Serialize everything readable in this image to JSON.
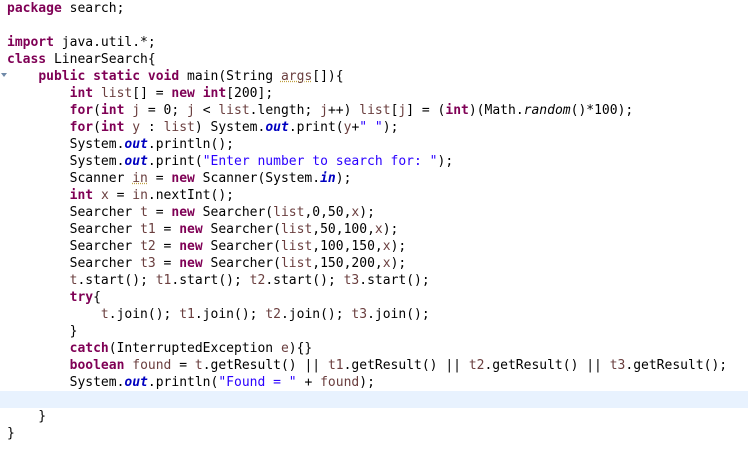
{
  "editor": {
    "language": "java",
    "current_line_index": 23,
    "colors": {
      "keyword": "#7f0055",
      "string": "#2a00ff",
      "field": "#0000c0",
      "variable": "#6a3e3e",
      "current_line": "#e8f2fe"
    },
    "lines": [
      [
        {
          "t": "package",
          "c": "kw"
        },
        {
          "t": " search;"
        }
      ],
      [],
      [
        {
          "t": "import",
          "c": "kw"
        },
        {
          "t": " java.util.*;"
        }
      ],
      [
        {
          "t": "class",
          "c": "kw"
        },
        {
          "t": " LinearSearch{"
        }
      ],
      [
        {
          "t": "    "
        },
        {
          "t": "public",
          "c": "kw"
        },
        {
          "t": " "
        },
        {
          "t": "static",
          "c": "kw"
        },
        {
          "t": " "
        },
        {
          "t": "void",
          "c": "kw"
        },
        {
          "t": " main(String "
        },
        {
          "t": "args",
          "c": "unused"
        },
        {
          "t": "[]){"
        }
      ],
      [
        {
          "t": "        "
        },
        {
          "t": "int",
          "c": "kw"
        },
        {
          "t": " "
        },
        {
          "t": "list",
          "c": "var"
        },
        {
          "t": "[] = "
        },
        {
          "t": "new",
          "c": "kw"
        },
        {
          "t": " "
        },
        {
          "t": "int",
          "c": "kw"
        },
        {
          "t": "[200];"
        }
      ],
      [
        {
          "t": "        "
        },
        {
          "t": "for",
          "c": "kw"
        },
        {
          "t": "("
        },
        {
          "t": "int",
          "c": "kw"
        },
        {
          "t": " "
        },
        {
          "t": "j",
          "c": "var"
        },
        {
          "t": " = 0; "
        },
        {
          "t": "j",
          "c": "var"
        },
        {
          "t": " < "
        },
        {
          "t": "list",
          "c": "var"
        },
        {
          "t": ".length; "
        },
        {
          "t": "j",
          "c": "var"
        },
        {
          "t": "++) "
        },
        {
          "t": "list",
          "c": "var"
        },
        {
          "t": "["
        },
        {
          "t": "j",
          "c": "var"
        },
        {
          "t": "] = ("
        },
        {
          "t": "int",
          "c": "kw"
        },
        {
          "t": ")(Math."
        },
        {
          "t": "random",
          "c": "static"
        },
        {
          "t": "()*100);"
        }
      ],
      [
        {
          "t": "        "
        },
        {
          "t": "for",
          "c": "kw"
        },
        {
          "t": "("
        },
        {
          "t": "int",
          "c": "kw"
        },
        {
          "t": " "
        },
        {
          "t": "y",
          "c": "var"
        },
        {
          "t": " : "
        },
        {
          "t": "list",
          "c": "var"
        },
        {
          "t": ") System."
        },
        {
          "t": "out",
          "c": "fld"
        },
        {
          "t": ".print("
        },
        {
          "t": "y",
          "c": "var"
        },
        {
          "t": "+"
        },
        {
          "t": "\" \"",
          "c": "str"
        },
        {
          "t": ");"
        }
      ],
      [
        {
          "t": "        System."
        },
        {
          "t": "out",
          "c": "fld"
        },
        {
          "t": ".println();"
        }
      ],
      [
        {
          "t": "        System."
        },
        {
          "t": "out",
          "c": "fld"
        },
        {
          "t": ".print("
        },
        {
          "t": "\"Enter number to search for: \"",
          "c": "str"
        },
        {
          "t": ");"
        }
      ],
      [
        {
          "t": "        Scanner "
        },
        {
          "t": "in",
          "c": "unused"
        },
        {
          "t": " = "
        },
        {
          "t": "new",
          "c": "kw"
        },
        {
          "t": " Scanner(System."
        },
        {
          "t": "in",
          "c": "fld"
        },
        {
          "t": ");"
        }
      ],
      [
        {
          "t": "        "
        },
        {
          "t": "int",
          "c": "kw"
        },
        {
          "t": " "
        },
        {
          "t": "x",
          "c": "var"
        },
        {
          "t": " = "
        },
        {
          "t": "in",
          "c": "var"
        },
        {
          "t": ".nextInt();"
        }
      ],
      [
        {
          "t": "        Searcher "
        },
        {
          "t": "t",
          "c": "var"
        },
        {
          "t": " = "
        },
        {
          "t": "new",
          "c": "kw"
        },
        {
          "t": " Searcher("
        },
        {
          "t": "list",
          "c": "var"
        },
        {
          "t": ",0,50,"
        },
        {
          "t": "x",
          "c": "var"
        },
        {
          "t": ");"
        }
      ],
      [
        {
          "t": "        Searcher "
        },
        {
          "t": "t1",
          "c": "var"
        },
        {
          "t": " = "
        },
        {
          "t": "new",
          "c": "kw"
        },
        {
          "t": " Searcher("
        },
        {
          "t": "list",
          "c": "var"
        },
        {
          "t": ",50,100,"
        },
        {
          "t": "x",
          "c": "var"
        },
        {
          "t": ");"
        }
      ],
      [
        {
          "t": "        Searcher "
        },
        {
          "t": "t2",
          "c": "var"
        },
        {
          "t": " = "
        },
        {
          "t": "new",
          "c": "kw"
        },
        {
          "t": " Searcher("
        },
        {
          "t": "list",
          "c": "var"
        },
        {
          "t": ",100,150,"
        },
        {
          "t": "x",
          "c": "var"
        },
        {
          "t": ");"
        }
      ],
      [
        {
          "t": "        Searcher "
        },
        {
          "t": "t3",
          "c": "var"
        },
        {
          "t": " = "
        },
        {
          "t": "new",
          "c": "kw"
        },
        {
          "t": " Searcher("
        },
        {
          "t": "list",
          "c": "var"
        },
        {
          "t": ",150,200,"
        },
        {
          "t": "x",
          "c": "var"
        },
        {
          "t": ");"
        }
      ],
      [
        {
          "t": "        "
        },
        {
          "t": "t",
          "c": "var"
        },
        {
          "t": ".start(); "
        },
        {
          "t": "t1",
          "c": "var"
        },
        {
          "t": ".start(); "
        },
        {
          "t": "t2",
          "c": "var"
        },
        {
          "t": ".start(); "
        },
        {
          "t": "t3",
          "c": "var"
        },
        {
          "t": ".start();"
        }
      ],
      [
        {
          "t": "        "
        },
        {
          "t": "try",
          "c": "kw"
        },
        {
          "t": "{"
        }
      ],
      [
        {
          "t": "            "
        },
        {
          "t": "t",
          "c": "var"
        },
        {
          "t": ".join(); "
        },
        {
          "t": "t1",
          "c": "var"
        },
        {
          "t": ".join(); "
        },
        {
          "t": "t2",
          "c": "var"
        },
        {
          "t": ".join(); "
        },
        {
          "t": "t3",
          "c": "var"
        },
        {
          "t": ".join();"
        }
      ],
      [
        {
          "t": "        }"
        }
      ],
      [
        {
          "t": "        "
        },
        {
          "t": "catch",
          "c": "kw"
        },
        {
          "t": "(InterruptedException "
        },
        {
          "t": "e",
          "c": "var"
        },
        {
          "t": "){}"
        }
      ],
      [
        {
          "t": "        "
        },
        {
          "t": "boolean",
          "c": "kw"
        },
        {
          "t": " "
        },
        {
          "t": "found",
          "c": "var"
        },
        {
          "t": " = "
        },
        {
          "t": "t",
          "c": "var"
        },
        {
          "t": ".getResult() || "
        },
        {
          "t": "t1",
          "c": "var"
        },
        {
          "t": ".getResult() || "
        },
        {
          "t": "t2",
          "c": "var"
        },
        {
          "t": ".getResult() || "
        },
        {
          "t": "t3",
          "c": "var"
        },
        {
          "t": ".getResult();"
        }
      ],
      [
        {
          "t": "        System."
        },
        {
          "t": "out",
          "c": "fld"
        },
        {
          "t": ".println("
        },
        {
          "t": "\"Found = \"",
          "c": "str"
        },
        {
          "t": " + "
        },
        {
          "t": "found",
          "c": "var"
        },
        {
          "t": ");"
        }
      ],
      [],
      [
        {
          "t": "    }"
        }
      ],
      [
        {
          "t": "}"
        }
      ]
    ]
  }
}
